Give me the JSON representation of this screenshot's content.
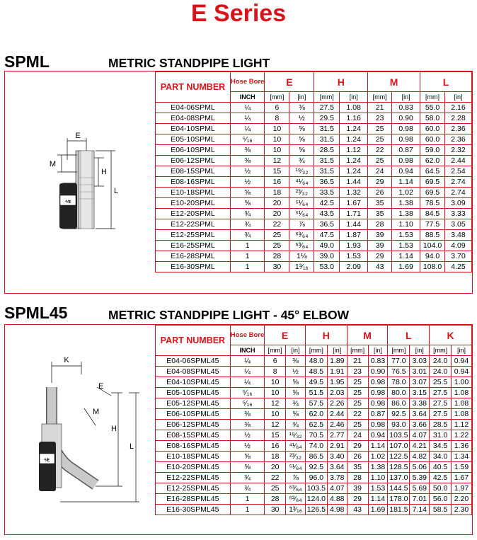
{
  "page_title": "E Series",
  "labels": {
    "part_number": "PART NUMBER",
    "hose_bore": "Hose Bore",
    "inch": "INCH",
    "mm": "[mm]",
    "in": "[in]"
  },
  "sections": [
    {
      "code": "SPML",
      "name": "METRIC STANDPIPE LIGHT",
      "dimension_headers": [
        "E",
        "H",
        "M",
        "L"
      ],
      "drawing_labels": [
        "E",
        "M",
        "H",
        "L"
      ],
      "rows": [
        [
          "E04-06SPML",
          "¼",
          "6",
          "⅜",
          "27.5",
          "1.08",
          "21",
          "0.83",
          "55.0",
          "2.16"
        ],
        [
          "E04-08SPML",
          "¼",
          "8",
          "½",
          "29.5",
          "1.16",
          "23",
          "0.90",
          "58.0",
          "2.28"
        ],
        [
          "E04-10SPML",
          "¼",
          "10",
          "⅝",
          "31.5",
          "1.24",
          "25",
          "0.98",
          "60.0",
          "2.36"
        ],
        [
          "E05-10SPML",
          "⁵⁄₁₆",
          "10",
          "⅝",
          "31.5",
          "1.24",
          "25",
          "0.98",
          "60.0",
          "2.36"
        ],
        [
          "E06-10SPML",
          "⅜",
          "10",
          "⅝",
          "28.5",
          "1.12",
          "22",
          "0.87",
          "59.0",
          "2.32"
        ],
        [
          "E06-12SPML",
          "⅜",
          "12",
          "¾",
          "31.5",
          "1.24",
          "25",
          "0.98",
          "62.0",
          "2.44"
        ],
        [
          "E08-15SPML",
          "½",
          "15",
          "¹⁹⁄₃₂",
          "31.5",
          "1.24",
          "24",
          "0.94",
          "64.5",
          "2.54"
        ],
        [
          "E08-16SPML",
          "½",
          "16",
          "⁴¹⁄₆₄",
          "36.5",
          "1.44",
          "29",
          "1.14",
          "69.5",
          "2.74"
        ],
        [
          "E10-18SPML",
          "⅝",
          "18",
          "²³⁄₃₂",
          "33.5",
          "1.32",
          "26",
          "1.02",
          "69.5",
          "2.74"
        ],
        [
          "E10-20SPML",
          "⅝",
          "20",
          "⁵¹⁄₆₄",
          "42.5",
          "1.67",
          "35",
          "1.38",
          "78.5",
          "3.09"
        ],
        [
          "E12-20SPML",
          "¾",
          "20",
          "⁵¹⁄₆₄",
          "43.5",
          "1.71",
          "35",
          "1.38",
          "84.5",
          "3.33"
        ],
        [
          "E12-22SPML",
          "¾",
          "22",
          "⅞",
          "36.5",
          "1.44",
          "28",
          "1.10",
          "77.5",
          "3.05"
        ],
        [
          "E12-25SPML",
          "¾",
          "25",
          "⁶³⁄₆₄",
          "47.5",
          "1.87",
          "39",
          "1.53",
          "88.5",
          "3.48"
        ],
        [
          "E16-25SPML",
          "1",
          "25",
          "⁶³⁄₆₄",
          "49.0",
          "1.93",
          "39",
          "1.53",
          "104.0",
          "4.09"
        ],
        [
          "E16-28SPML",
          "1",
          "28",
          "1⅛",
          "39.0",
          "1.53",
          "29",
          "1.14",
          "94.0",
          "3.70"
        ],
        [
          "E16-30SPML",
          "1",
          "30",
          "1³⁄₁₆",
          "53.0",
          "2.09",
          "43",
          "1.69",
          "108.0",
          "4.25"
        ]
      ]
    },
    {
      "code": "SPML45",
      "name": "METRIC STANDPIPE LIGHT - 45° ELBOW",
      "dimension_headers": [
        "E",
        "H",
        "M",
        "L",
        "K"
      ],
      "drawing_labels": [
        "K",
        "E",
        "M",
        "H",
        "L"
      ],
      "rows": [
        [
          "E04-06SPML45",
          "¼",
          "6",
          "⅜",
          "48.0",
          "1.89",
          "21",
          "0.83",
          "77.0",
          "3.03",
          "24.0",
          "0.94"
        ],
        [
          "E04-08SPML45",
          "¼",
          "8",
          "½",
          "48.5",
          "1.91",
          "23",
          "0.90",
          "76.5",
          "3.01",
          "24.0",
          "0.94"
        ],
        [
          "E04-10SPML45",
          "¼",
          "10",
          "⅝",
          "49.5",
          "1.95",
          "25",
          "0.98",
          "78.0",
          "3.07",
          "25.5",
          "1.00"
        ],
        [
          "E05-10SPML45",
          "⁵⁄₁₆",
          "10",
          "⅝",
          "51.5",
          "2.03",
          "25",
          "0.98",
          "80.0",
          "3.15",
          "27.5",
          "1.08"
        ],
        [
          "E05-12SPML45",
          "⁵⁄₁₆",
          "12",
          "¾",
          "57.5",
          "2.26",
          "25",
          "0.98",
          "86.0",
          "3.38",
          "27.5",
          "1.08"
        ],
        [
          "E06-10SPML45",
          "⅜",
          "10",
          "⅝",
          "62.0",
          "2.44",
          "22",
          "0.87",
          "92.5",
          "3.64",
          "27.5",
          "1.08"
        ],
        [
          "E06-12SPML45",
          "⅜",
          "12",
          "¾",
          "62.5",
          "2.46",
          "25",
          "0.98",
          "93.0",
          "3.66",
          "28.5",
          "1.12"
        ],
        [
          "E08-15SPML45",
          "½",
          "15",
          "¹⁹⁄₃₂",
          "70.5",
          "2.77",
          "24",
          "0.94",
          "103.5",
          "4.07",
          "31.0",
          "1.22"
        ],
        [
          "E08-16SPML45",
          "½",
          "16",
          "⁴¹⁄₆₄",
          "74.0",
          "2.91",
          "29",
          "1.14",
          "107.0",
          "4.21",
          "34.5",
          "1.36"
        ],
        [
          "E10-18SPML45",
          "⅝",
          "18",
          "²³⁄₃₂",
          "86.5",
          "3.40",
          "26",
          "1.02",
          "122.5",
          "4.82",
          "34.0",
          "1.34"
        ],
        [
          "E10-20SPML45",
          "⅝",
          "20",
          "⁵¹⁄₆₄",
          "92.5",
          "3.64",
          "35",
          "1.38",
          "128.5",
          "5.06",
          "40.5",
          "1.59"
        ],
        [
          "E12-22SPML45",
          "¾",
          "22",
          "⅞",
          "96.0",
          "3.78",
          "28",
          "1.10",
          "137.0",
          "5.39",
          "42.5",
          "1.67"
        ],
        [
          "E12-25SPML45",
          "¾",
          "25",
          "⁶³⁄₆₄",
          "103.5",
          "4.07",
          "39",
          "1.53",
          "144.5",
          "5.69",
          "50.0",
          "1.97"
        ],
        [
          "E16-28SPML45",
          "1",
          "28",
          "⁶³⁄₆₄",
          "124.0",
          "4.88",
          "29",
          "1.14",
          "178.0",
          "7.01",
          "56.0",
          "2.20"
        ],
        [
          "E16-30SPML45",
          "1",
          "30",
          "1³⁄₁₆",
          "126.5",
          "4.98",
          "43",
          "1.69",
          "181.5",
          "7.14",
          "58.5",
          "2.30"
        ]
      ]
    }
  ]
}
